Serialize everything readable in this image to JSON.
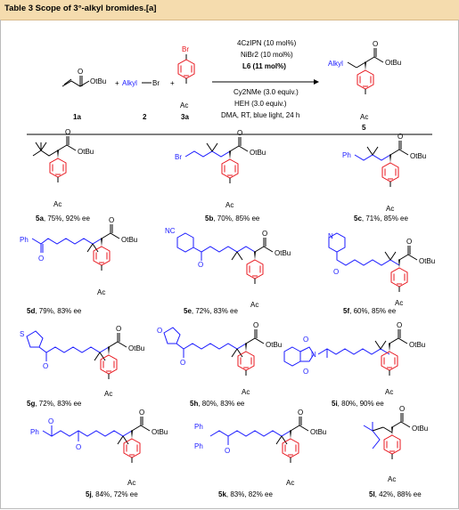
{
  "title": "Table 3 Scope of 3°-alkyl bromides.[a]",
  "reaction": {
    "reactant_1a_label": "1a",
    "reactant_2_label": "2",
    "reactant_3a_label": "3a",
    "product_label": "5",
    "plus": "+",
    "conditions_above": [
      "4CzIPN (10 mol%)",
      "NiBr2 (10 mol%)",
      "L6 (11 mol%)"
    ],
    "conditions_below": [
      "Cy2NMe (3.0 equiv.)",
      "HEH (3.0 equiv.)",
      "DMA, RT, blue light, 24 h"
    ],
    "alkyl_br": {
      "alkyl": "Alkyl",
      "br": "Br"
    },
    "otbu": "OtBu",
    "o": "O",
    "br": "Br",
    "ac": "Ac",
    "alkyl": "Alkyl"
  },
  "products": [
    {
      "id": "5a",
      "text": ", 75%, 92% ee"
    },
    {
      "id": "5b",
      "text": ", 70%, 85% ee"
    },
    {
      "id": "5c",
      "text": ", 71%, 85% ee"
    },
    {
      "id": "5d",
      "text": ", 79%, 83% ee"
    },
    {
      "id": "5e",
      "text": ", 72%, 83% ee"
    },
    {
      "id": "5f",
      "text": ", 60%, 85% ee"
    },
    {
      "id": "5g",
      "text": ", 72%, 83% ee"
    },
    {
      "id": "5h",
      "text": ", 80%, 83% ee"
    },
    {
      "id": "5i",
      "text": ", 80%, 90% ee"
    },
    {
      "id": "5j",
      "text": ", 84%, 72% ee"
    },
    {
      "id": "5k",
      "text": ", 83%, 82% ee"
    },
    {
      "id": "5l",
      "text": ", 42%, 88% ee"
    }
  ],
  "substituents": {
    "5b": "Br",
    "5c": "Ph",
    "5d": "Ph",
    "5e": "NC",
    "5f": "N",
    "5g": "S",
    "5h": "O",
    "5i": "N",
    "5j": "Ph",
    "5k_a": "Ph",
    "5k_b": "Ph",
    "o": "O"
  },
  "colors": {
    "header_bg": "#f5dcae",
    "blue": "#1a1aff",
    "red": "#e8141c",
    "black": "#000000"
  }
}
